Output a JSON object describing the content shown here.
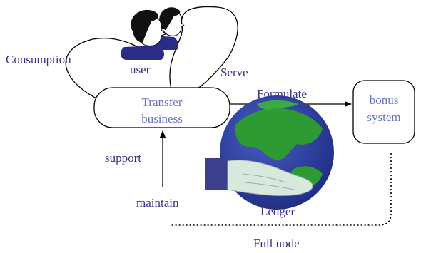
{
  "labels": {
    "consumption": "Consumption",
    "user": "user",
    "serve": "Serve",
    "transfer_line1": "Transfer",
    "transfer_line2": "business",
    "formulate": "Formulate",
    "bonus_line1": "bonus",
    "bonus_line2": "system",
    "support": "support",
    "maintain": "maintain",
    "ledger": "Ledger",
    "full_node": "Full node"
  },
  "colors": {
    "label_text": "#3a2f8a",
    "box_text": "#6a72c4",
    "line": "#000000",
    "ocean": "#2b3d9e",
    "land": "#2e9a34",
    "hand": "#3b3f8c"
  },
  "icons": {
    "users": "two-people-icon",
    "ledger": "globe-in-hand-icon"
  }
}
